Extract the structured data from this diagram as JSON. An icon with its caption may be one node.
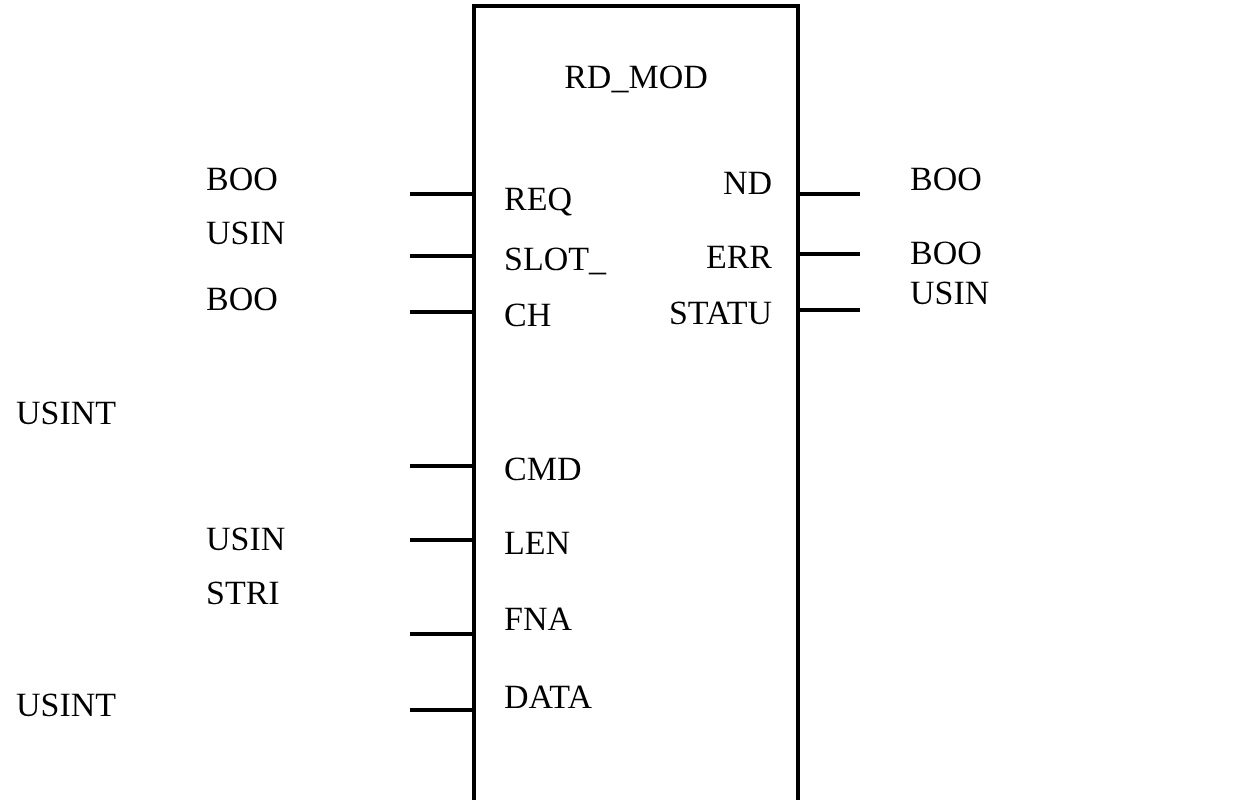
{
  "diagram": {
    "nodes": [
      {
        "text": [
          "RD_MOD",
          "REQ",
          "SLOT_",
          "CH",
          "CMD",
          "LEN",
          "FNA",
          "DATA",
          "ND",
          "ERR",
          "STATU"
        ]
      }
    ],
    "labels": [
      "BOO",
      "BOO",
      "USIN",
      "BOO",
      "BOO",
      "USIN",
      "USINT",
      "USIN",
      "STRI",
      "USINT"
    ]
  }
}
